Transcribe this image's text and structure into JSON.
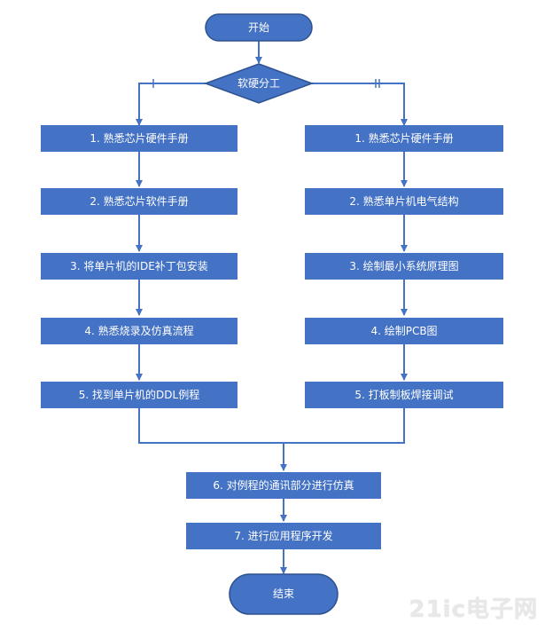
{
  "start": "开始",
  "decision": "软硬分工",
  "left_steps": [
    "1. 熟悉芯片硬件手册",
    "2. 熟悉芯片软件手册",
    "3. 将单片机的IDE补丁包安装",
    "4. 熟悉烧录及仿真流程",
    "5. 找到单片机的DDL例程"
  ],
  "right_steps": [
    "1. 熟悉芯片硬件手册",
    "2. 熟悉单片机电气结构",
    "3. 绘制最小系统原理图",
    "4. 绘制PCB图",
    "5. 打板制板焊接调试"
  ],
  "merged_steps": [
    "6. 对例程的通讯部分进行仿真",
    "7. 进行应用程序开发"
  ],
  "end": "结束",
  "watermark": "21ic电子网",
  "colors": {
    "fill": "#4472c4",
    "text": "#ffffff",
    "line": "#4472c4"
  }
}
